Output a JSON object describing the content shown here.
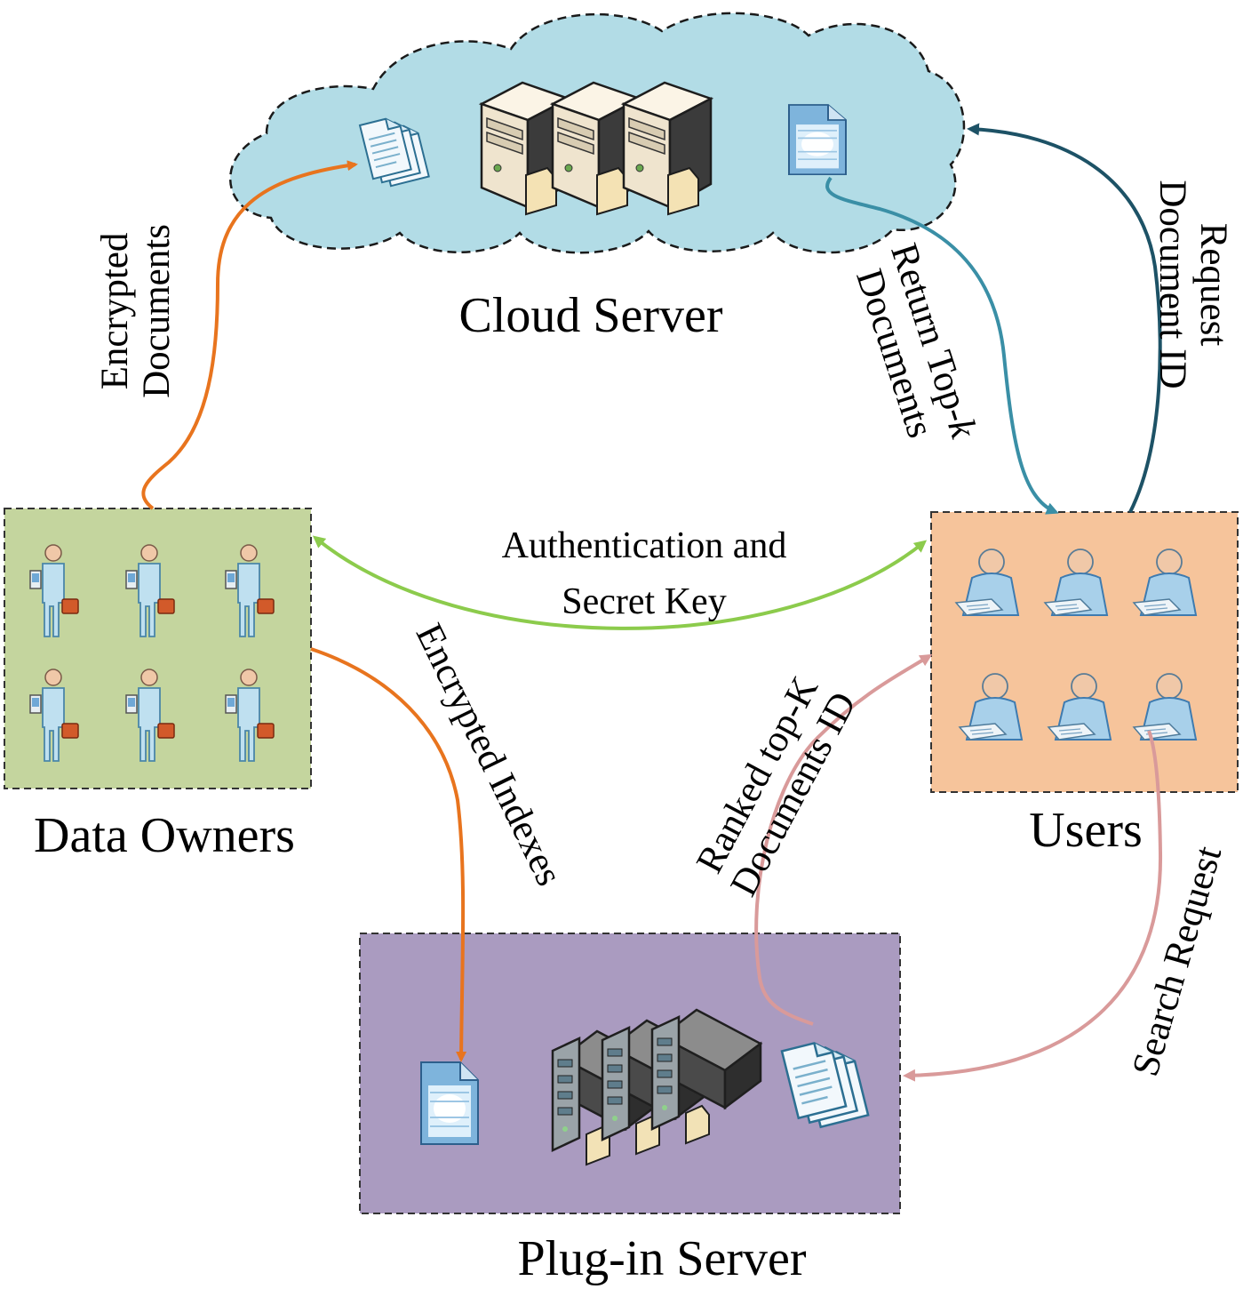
{
  "nodes": {
    "cloud_server": {
      "label": "Cloud Server"
    },
    "data_owners": {
      "label": "Data Owners"
    },
    "users": {
      "label": "Users"
    },
    "plugin_server": {
      "label": "Plug-in Server"
    }
  },
  "edges": {
    "encrypted_documents": {
      "line1": "Encrypted",
      "line2": "Documents"
    },
    "return_topk": {
      "line1_main": "Return Top-",
      "line1_k": "k",
      "line2": "Documents"
    },
    "request_docid": {
      "line1": "Request",
      "line2": "Document ID"
    },
    "authentication": {
      "line1": "Authentication and",
      "line2": "Secret Key"
    },
    "encrypted_indexes": {
      "line1": "Encrypted Indexes"
    },
    "ranked_topk": {
      "line1": "Ranked top-K",
      "line2": "Documents ID"
    },
    "search_request": {
      "line1": "Search Request"
    }
  },
  "colors": {
    "cloud_fill": "#b2dce6",
    "owners_fill": "#c4d59e",
    "users_fill": "#f6c49b",
    "plugin_fill": "#aa9bc0",
    "orange_arrow": "#e8741e",
    "teal_arrow": "#3a8fa6",
    "dark_teal_arrow": "#1d5266",
    "green_arrow": "#8ccb4c",
    "pink_arrow": "#d99a9a"
  },
  "icons": {
    "cloud_documents": "document-stack-icon",
    "cloud_servers": "server-tower-icon",
    "cloud_index": "index-file-icon",
    "owner_person": "person-with-briefcase-icon",
    "user_person": "user-at-desk-icon",
    "plugin_index": "index-file-icon",
    "plugin_servers": "rack-server-icon",
    "plugin_documents": "document-stack-icon"
  }
}
